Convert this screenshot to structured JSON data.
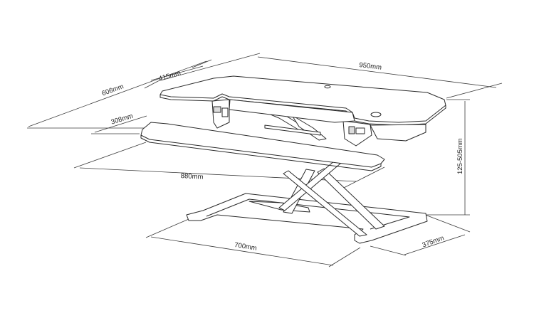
{
  "dimensions": {
    "overall_width": "950mm",
    "top_depth": "415mm",
    "total_depth": "606mm",
    "keyboard_depth": "308mm",
    "keyboard_width": "880mm",
    "base_width": "700mm",
    "base_depth": "375mm",
    "height_range": "125-505mm"
  },
  "colors": {
    "line": "#2a2a2a",
    "dim": "#3a3a3a",
    "fill": "#ffffff",
    "accent": "#dcdcdc"
  }
}
